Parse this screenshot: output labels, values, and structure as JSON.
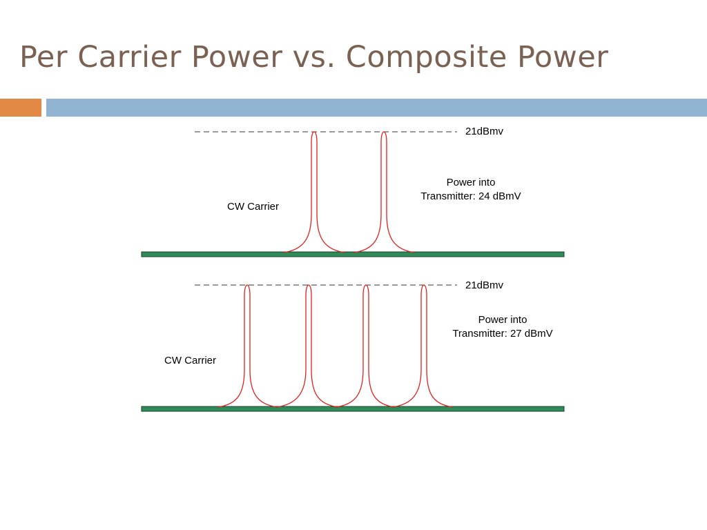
{
  "slide": {
    "title": "Per Carrier Power vs. Composite Power"
  },
  "colors": {
    "title": "#7a6152",
    "accent_orange": "#e08844",
    "accent_blue": "#91b4d3",
    "baseline_fill": "#2e8b5a",
    "carrier_curve": "#e0201e",
    "dashed_line": "#333333"
  },
  "diagrams": [
    {
      "level_label": "21dBmv",
      "carrier_label": "CW Carrier",
      "power_label_line1": "Power into",
      "power_label_line2": "Transmitter: 24 dBmV",
      "carrier_count": 2
    },
    {
      "level_label": "21dBmv",
      "carrier_label": "CW Carrier",
      "power_label_line1": "Power into",
      "power_label_line2": "Transmitter: 27 dBmV",
      "carrier_count": 4
    }
  ]
}
